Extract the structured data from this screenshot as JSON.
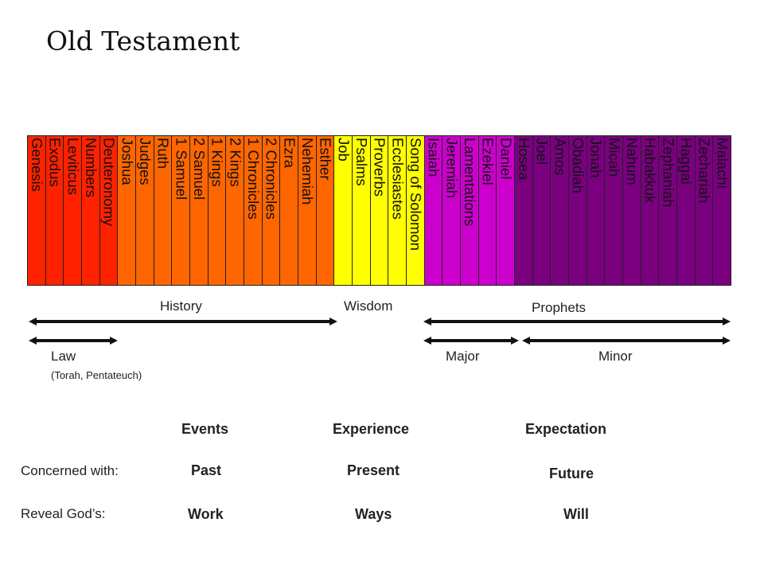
{
  "title": "Old Testament",
  "books": [
    {
      "name": "Genesis",
      "color": "#ff2200"
    },
    {
      "name": "Exodus",
      "color": "#ff2200"
    },
    {
      "name": "Leviticus",
      "color": "#ff2200"
    },
    {
      "name": "Numbers",
      "color": "#ff2200"
    },
    {
      "name": "Deuteronomy",
      "color": "#ff2200"
    },
    {
      "name": "Joshua",
      "color": "#ff6600"
    },
    {
      "name": "Judges",
      "color": "#ff6600"
    },
    {
      "name": "Ruth",
      "color": "#ff6600"
    },
    {
      "name": "1 Samuel",
      "color": "#ff6600"
    },
    {
      "name": "2 Samuel",
      "color": "#ff6600"
    },
    {
      "name": "1 Kings",
      "color": "#ff6600"
    },
    {
      "name": "2 Kings",
      "color": "#ff6600"
    },
    {
      "name": "1 Chronicles",
      "color": "#ff6600"
    },
    {
      "name": "2 Chronicles",
      "color": "#ff6600"
    },
    {
      "name": "Ezra",
      "color": "#ff6600"
    },
    {
      "name": "Nehemiah",
      "color": "#ff6600"
    },
    {
      "name": "Esther",
      "color": "#ff6600"
    },
    {
      "name": "Job",
      "color": "#ffff00"
    },
    {
      "name": "Psalms",
      "color": "#ffff00"
    },
    {
      "name": "Proverbs",
      "color": "#ffff00"
    },
    {
      "name": "Ecclesiastes",
      "color": "#ffff00"
    },
    {
      "name": "Song of Solomon",
      "color": "#ffff00"
    },
    {
      "name": "Isaiah",
      "color": "#cc00cc"
    },
    {
      "name": "Jeremiah",
      "color": "#cc00cc"
    },
    {
      "name": "Lamentations",
      "color": "#cc00cc"
    },
    {
      "name": "Ezekiel",
      "color": "#cc00cc"
    },
    {
      "name": "Daniel",
      "color": "#cc00cc"
    },
    {
      "name": "Hosea",
      "color": "#7a0080"
    },
    {
      "name": "Joel",
      "color": "#7a0080"
    },
    {
      "name": "Amos",
      "color": "#7a0080"
    },
    {
      "name": "Obadiah",
      "color": "#7a0080"
    },
    {
      "name": "Jonah",
      "color": "#7a0080"
    },
    {
      "name": "Micah",
      "color": "#7a0080"
    },
    {
      "name": "Nahum",
      "color": "#7a0080"
    },
    {
      "name": "Habakkuk",
      "color": "#7a0080"
    },
    {
      "name": "Zephaniah",
      "color": "#7a0080"
    },
    {
      "name": "Haggai",
      "color": "#7a0080"
    },
    {
      "name": "Zechariah",
      "color": "#7a0080"
    },
    {
      "name": "Malachi",
      "color": "#7a0080"
    }
  ],
  "sections": {
    "history": "History",
    "wisdom": "Wisdom",
    "prophets": "Prophets",
    "law": "Law",
    "law_sub": "(Torah, Pentateuch)",
    "major": "Major",
    "minor": "Minor"
  },
  "table": {
    "headers": [
      "Events",
      "Experience",
      "Expectation"
    ],
    "concerned_label": "Concerned with:",
    "concerned": [
      "Past",
      "Present",
      "Future"
    ],
    "reveal_label": "Reveal God’s:",
    "reveal": [
      "Work",
      "Ways",
      "Will"
    ]
  }
}
